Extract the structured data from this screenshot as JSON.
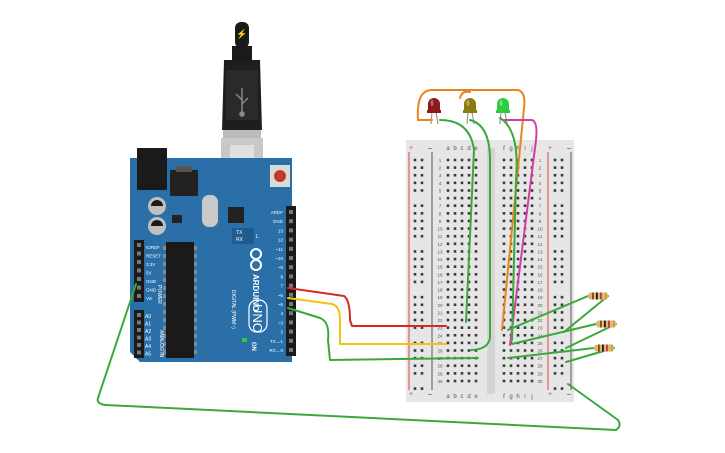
{
  "arduino": {
    "brand": "ARDUINO",
    "model": "UNO",
    "on_label": "ON",
    "power_header": "POWER",
    "analog_header": "ANALOG IN",
    "digital_header": "DIGITAL (PWM~)",
    "tx_label": "TX",
    "rx_label": "RX",
    "l_label": "L",
    "power_pins": [
      "IOREF",
      "RESET",
      "3.3V",
      "5V",
      "GND",
      "GND",
      "Vin"
    ],
    "analog_pins": [
      "A0",
      "A1",
      "A2",
      "A3",
      "A4",
      "A5"
    ],
    "digital_pins": [
      "AREF",
      "GND",
      "13",
      "12",
      "~11",
      "~10",
      "~9",
      "8",
      "7",
      "~6",
      "~5",
      "4",
      "~3",
      "2",
      "TX→1",
      "RX←0"
    ]
  },
  "breadboard": {
    "col_letters_left": [
      "a",
      "b",
      "c",
      "d",
      "e"
    ],
    "col_letters_right": [
      "f",
      "g",
      "h",
      "i",
      "j"
    ],
    "rail_plus": "+",
    "rail_minus": "–",
    "row_numbers": [
      "1",
      "2",
      "3",
      "4",
      "5",
      "6",
      "7",
      "8",
      "9",
      "10",
      "11",
      "12",
      "13",
      "14",
      "15",
      "16",
      "17",
      "18",
      "19",
      "20",
      "21",
      "22",
      "23",
      "24",
      "25",
      "26",
      "27",
      "28",
      "29",
      "30"
    ]
  },
  "leds": [
    {
      "name": "red",
      "color": "#8b1a1a"
    },
    {
      "name": "yellow",
      "color": "#8a7a10"
    },
    {
      "name": "green",
      "color": "#2ecc40"
    }
  ],
  "wire_colors": {
    "red": "#d62828",
    "yellow": "#f1c40f",
    "green": "#3aa83a",
    "orange": "#e8841a",
    "magenta": "#d63ca8"
  },
  "colors": {
    "board": "#2a6fa8",
    "breadboard": "#e6e6e6",
    "usb": "#1a1a1a"
  }
}
